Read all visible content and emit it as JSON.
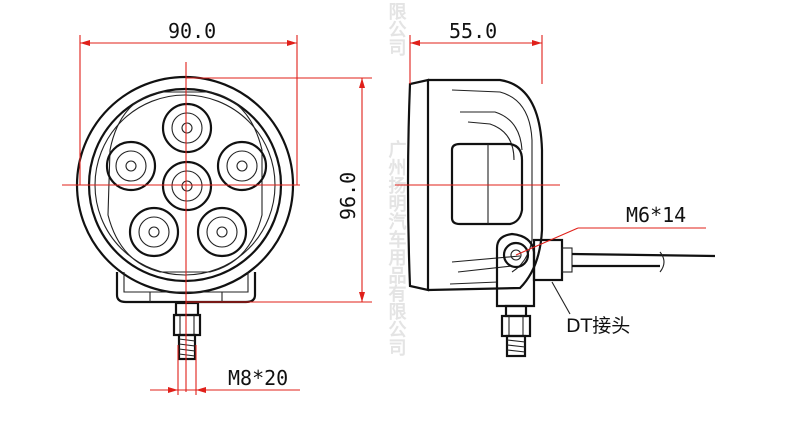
{
  "dimensions": {
    "width": "90.0",
    "height": "96.0",
    "depth": "55.0",
    "bottom_bolt": "M8*20",
    "side_bolt": "M6*14"
  },
  "labels": {
    "connector": "DT接头"
  },
  "watermark": {
    "left": "限公司",
    "right": "广州扬明汽车用品有限公司"
  },
  "colors": {
    "dimension_line": "#e0201a",
    "outline": "#111111",
    "watermark": "#e4e4e4"
  }
}
